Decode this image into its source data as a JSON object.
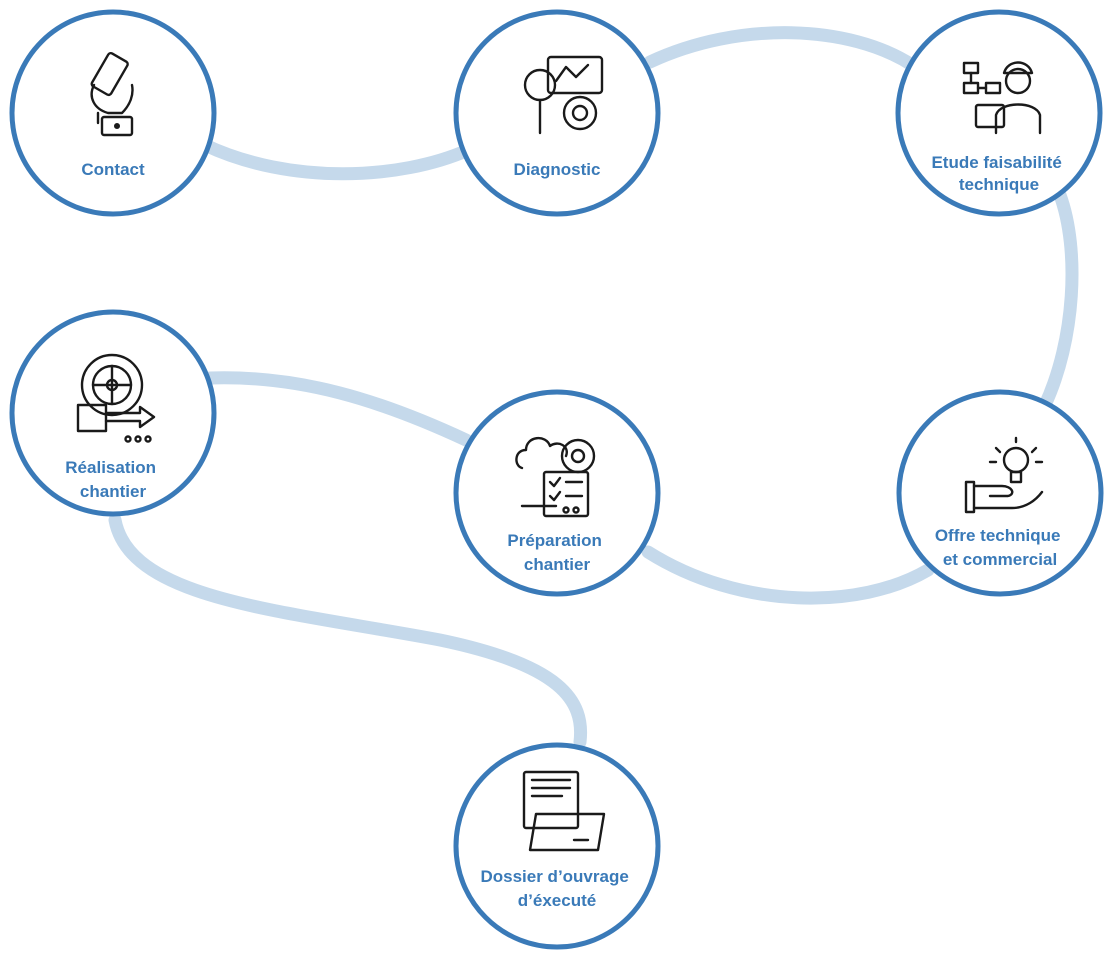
{
  "colors": {
    "circle_stroke": "#3a7ab8",
    "connector": "#c5d9eb",
    "label": "#3a7ab8",
    "icon": "#1a1a1a",
    "background": "#ffffff"
  },
  "steps": [
    {
      "id": "contact",
      "icon": "phone-in-hand-icon",
      "lines": [
        "Contact"
      ]
    },
    {
      "id": "diagnostic",
      "icon": "magnifier-chart-gear-icon",
      "lines": [
        "Diagnostic"
      ]
    },
    {
      "id": "etude",
      "icon": "engineer-flowchart-icon",
      "lines": [
        "Etude faisabilité",
        "technique"
      ]
    },
    {
      "id": "offre",
      "icon": "hand-lightbulb-icon",
      "lines": [
        "Offre technique",
        "et commercial"
      ]
    },
    {
      "id": "preparation",
      "icon": "cloud-gear-checklist-icon",
      "lines": [
        "Préparation",
        "chantier"
      ]
    },
    {
      "id": "realisation",
      "icon": "gear-box-arrow-icon",
      "lines": [
        "Réalisation",
        "chantier"
      ]
    },
    {
      "id": "dossier",
      "icon": "folder-documents-icon",
      "lines": [
        "Dossier d’ouvrage",
        "d’éxecuté"
      ]
    }
  ]
}
